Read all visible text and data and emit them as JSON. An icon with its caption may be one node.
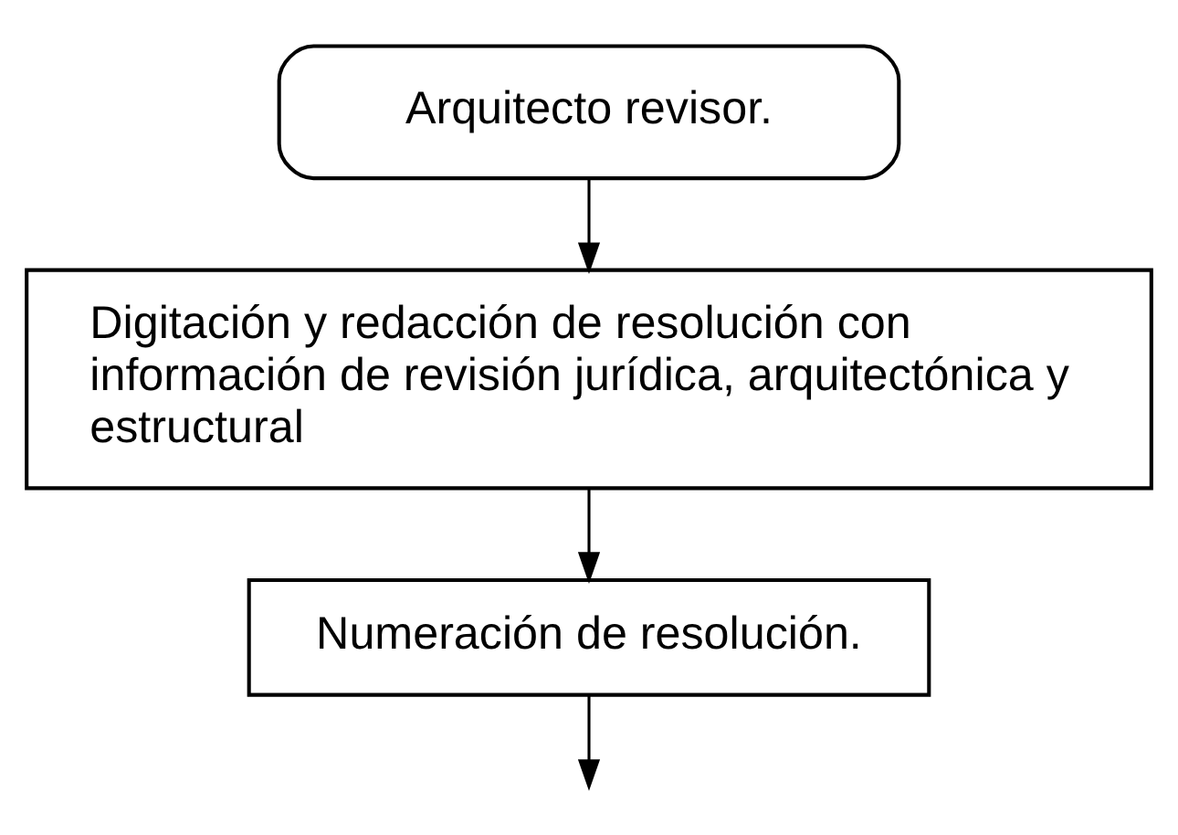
{
  "diagram": {
    "nodes": [
      {
        "text": [
          "Arquitecto revisor."
        ]
      },
      {
        "text": [
          "Digitación y redacción de resolución con información de revisión jurídica, arquitectónica y estructural"
        ]
      },
      {
        "text": [
          "Numeración de resolución."
        ]
      }
    ],
    "edges": [
      {
        "from": 0,
        "to": 1,
        "arrow": "to"
      },
      {
        "from": 1,
        "to": 2,
        "arrow": "to"
      },
      {
        "from": 2,
        "to": null,
        "arrow": "to"
      }
    ]
  }
}
